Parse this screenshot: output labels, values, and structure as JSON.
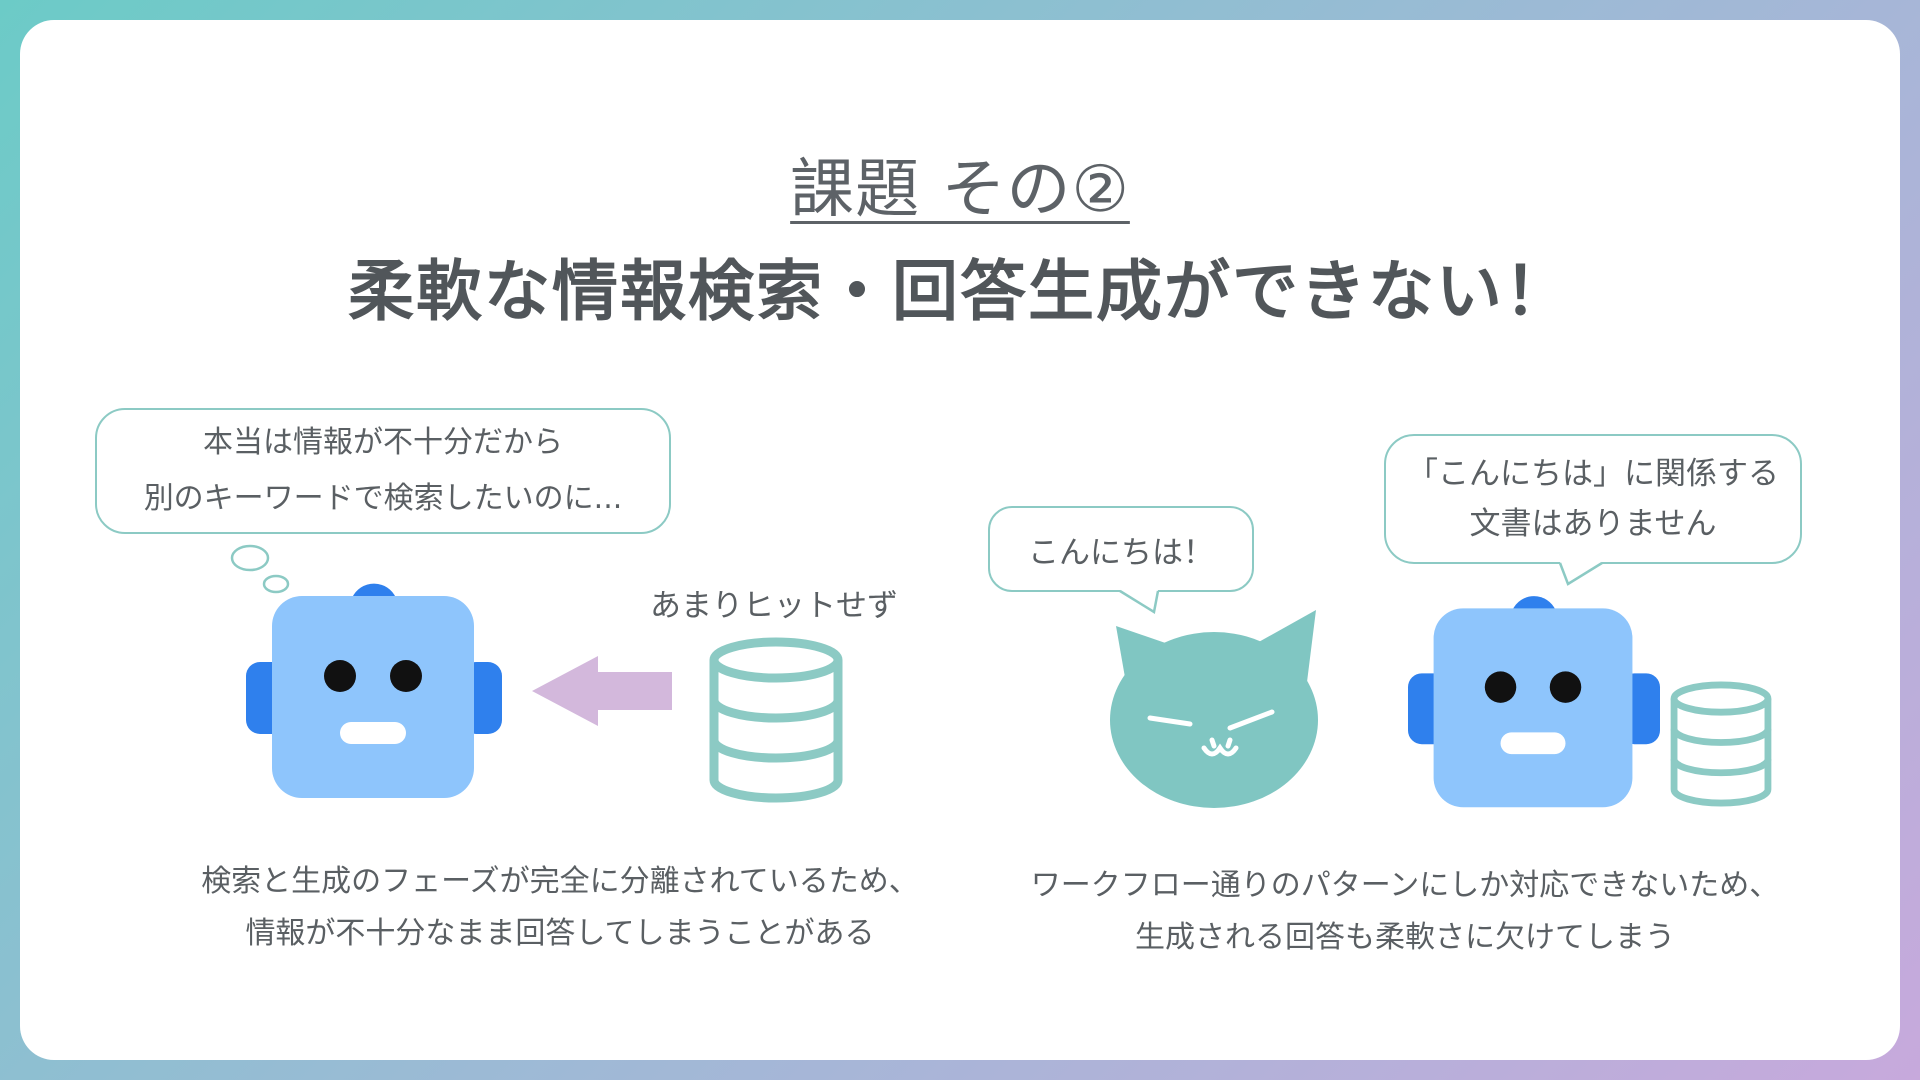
{
  "slide": {
    "subtitle": "課題 その②",
    "title": "柔軟な情報検索・回答生成ができない！"
  },
  "left_scene": {
    "thought_bubble": {
      "line1": "本当は情報が不十分だから",
      "line2": "別のキーワードで検索したいのに..."
    },
    "arrow_label": "あまりヒットせず",
    "caption": {
      "line1": "検索と生成のフェーズが完全に分離されているため、",
      "line2": "情報が不十分なまま回答してしまうことがある"
    }
  },
  "right_scene": {
    "cat_bubble": "こんにちは！",
    "robot_bubble": {
      "line1": "「こんにちは」に関係する",
      "line2": "文書はありません"
    },
    "caption": {
      "line1": "ワークフロー通りのパターンにしか対応できないため、",
      "line2": "生成される回答も柔軟さに欠けてしまう"
    }
  },
  "colors": {
    "robot_face": "#8ec5fc",
    "robot_ear": "#2f80ed",
    "cat": "#80c6c2",
    "database": "#8ccac4",
    "arrow": "#d3b8dc",
    "bubble_border": "#8ccac4"
  },
  "icons": [
    "robot-icon",
    "cat-icon",
    "database-icon",
    "arrow-left-icon",
    "thought-bubble-icon",
    "speech-bubble-icon"
  ]
}
